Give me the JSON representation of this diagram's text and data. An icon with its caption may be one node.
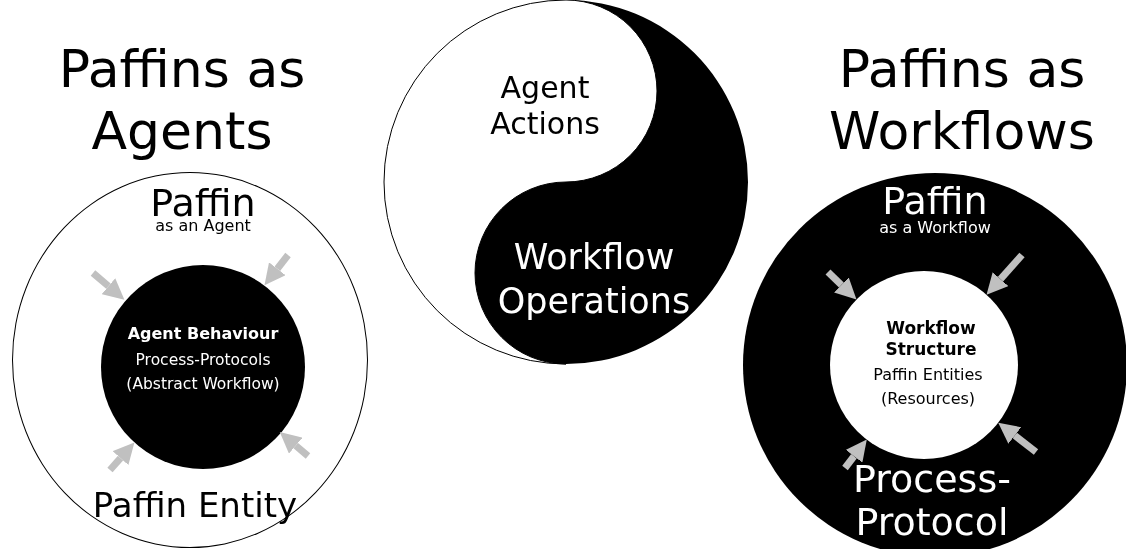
{
  "diagram": {
    "nodes": [
      {
        "text": [
          "Paffin",
          "as an Agent",
          "Paffin Entity"
        ]
      },
      {
        "text": [
          "Agent Behaviour",
          "Process-Protocols (Abstract Workflow)"
        ],
        "in": 0
      },
      {
        "text": [
          "Agent Actions"
        ]
      },
      {
        "text": [
          "Workflow Operations"
        ]
      },
      {
        "text": [
          "Paffin",
          "as a Workflow",
          "Process-Protocol"
        ]
      },
      {
        "text": [
          "Workflow Structure",
          "Paffin Entities (Resources)"
        ],
        "in": 4
      }
    ],
    "edges": [
      {
        "from": null,
        "to": 1,
        "arrow": "to"
      },
      {
        "from": null,
        "to": 1,
        "arrow": "to"
      },
      {
        "from": null,
        "to": 1,
        "arrow": "to"
      },
      {
        "from": null,
        "to": 1,
        "arrow": "to"
      },
      {
        "from": null,
        "to": 5,
        "arrow": "to"
      },
      {
        "from": null,
        "to": 5,
        "arrow": "to"
      },
      {
        "from": null,
        "to": 5,
        "arrow": "to"
      },
      {
        "from": null,
        "to": 5,
        "arrow": "to"
      }
    ],
    "labels": [
      "Paffins as Agents",
      "Paffins as Workflows"
    ]
  }
}
